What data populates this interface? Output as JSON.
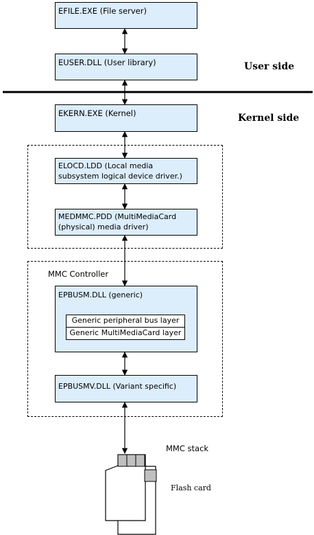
{
  "diagram": {
    "nodes": {
      "efile": "EFILE.EXE (File server)",
      "euser": "EUSER.DLL (User library)",
      "ekern": "EKERN.EXE (Kernel)",
      "elocd": "ELOCD.LDD (Local media subsystem logical device driver.)",
      "medmmc": "MEDMMC.PDD (MultiMediaCard (physical) media driver)",
      "epbusm": "EPBUSM.DLL (generic)",
      "epbusm_layer1": "Generic peripheral bus layer",
      "epbusm_layer2": "Generic MultiMediaCard layer",
      "epbusmv": "EPBUSMV.DLL (Variant specific)"
    },
    "labels": {
      "user_side": "User side",
      "kernel_side": "Kernel side",
      "mmc_controller": "MMC Controller",
      "mmc_stack": "MMC stack",
      "flash_card": "Flash card"
    },
    "colors": {
      "box_fill": "#dcedfb",
      "card_contact": "#c0c0c0"
    },
    "edges": [
      {
        "from": "efile",
        "to": "euser",
        "type": "bidirectional"
      },
      {
        "from": "euser",
        "to": "ekern",
        "type": "bidirectional"
      },
      {
        "from": "ekern",
        "to": "elocd",
        "type": "bidirectional"
      },
      {
        "from": "elocd",
        "to": "medmmc",
        "type": "bidirectional"
      },
      {
        "from": "medmmc",
        "to": "epbusm",
        "type": "bidirectional"
      },
      {
        "from": "epbusm",
        "to": "epbusmv",
        "type": "bidirectional"
      },
      {
        "from": "epbusmv",
        "to": "mmc-stack",
        "type": "bidirectional"
      }
    ]
  }
}
